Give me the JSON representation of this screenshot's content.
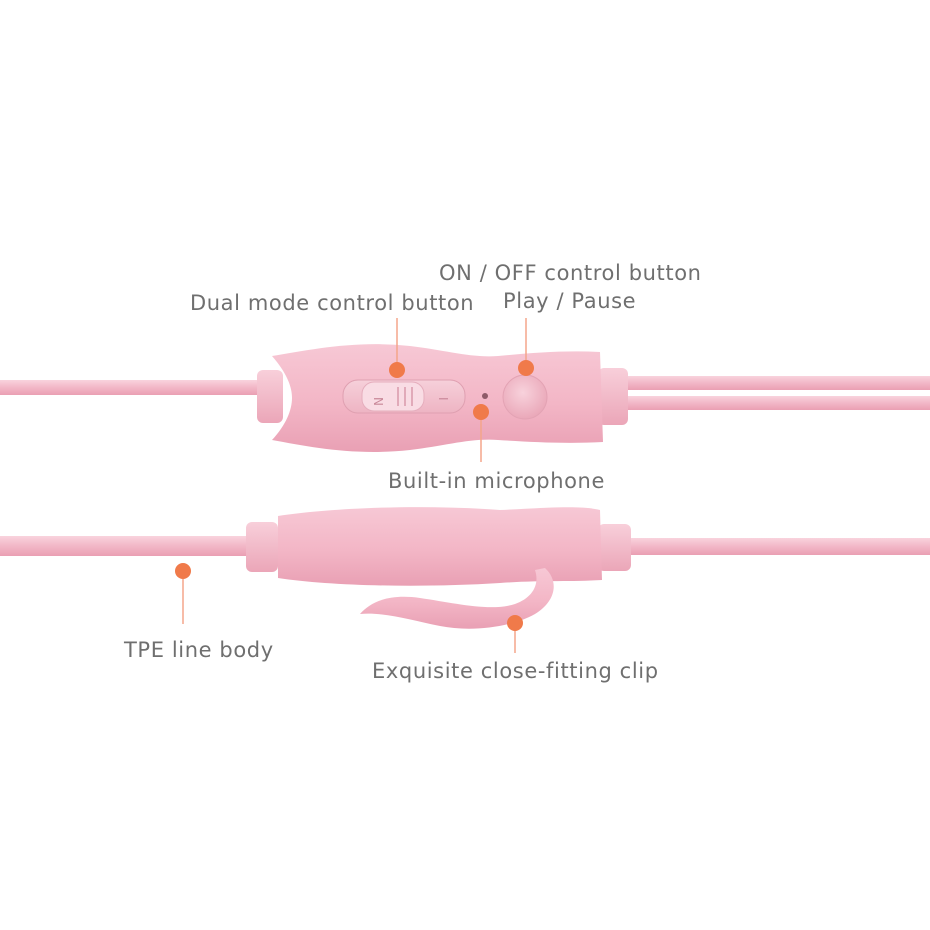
{
  "callouts": {
    "dual_mode": "Dual mode control button",
    "on_off": "ON / OFF control button",
    "play_pause": "Play / Pause",
    "microphone": "Built-in microphone",
    "tpe_line": "TPE line body",
    "clip": "Exquisite close-fitting clip"
  },
  "switch_marks": {
    "left": "N",
    "right": "I"
  },
  "colors": {
    "product_pink": "#f2b9c9",
    "cable_pink": "#f5c2d0",
    "marker_orange": "#f07a4a",
    "leader_line": "#f4a58a",
    "label_gray": "#6f6f6f"
  }
}
